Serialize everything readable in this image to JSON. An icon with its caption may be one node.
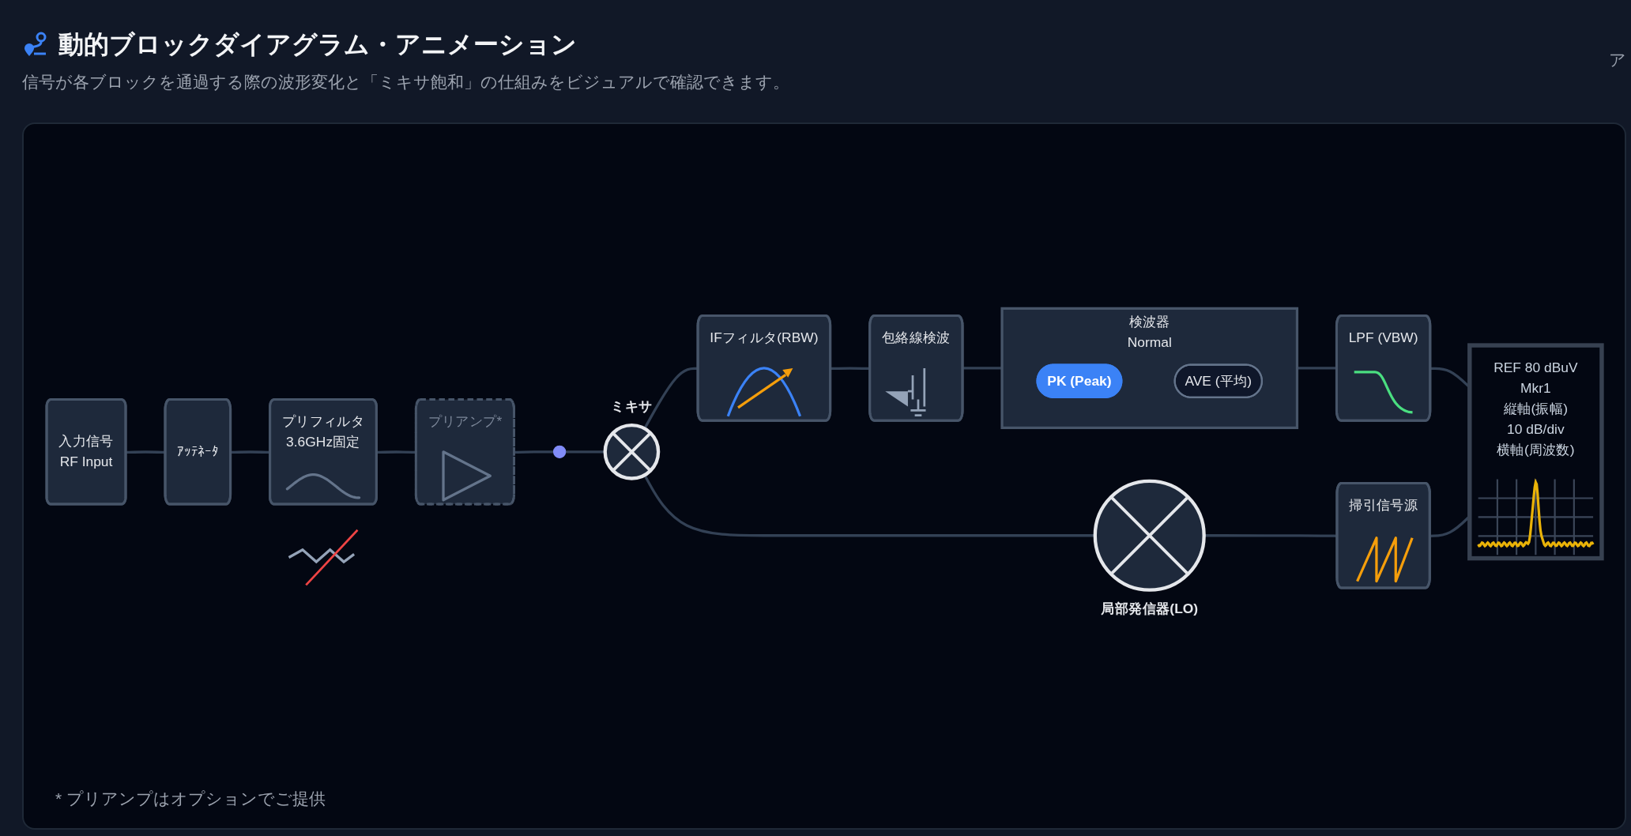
{
  "diagram": {
    "title": "動的ブロックダイアグラム・アニメーション",
    "nodes": [
      {
        "text": [
          "入力信号",
          "RF Input"
        ]
      },
      {
        "text": [
          "ｱｯﾃﾈｰﾀ"
        ]
      },
      {
        "text": [
          "プリフィルタ",
          "3.6GHz固定"
        ]
      },
      {
        "text": [
          "プリアンプ*"
        ]
      },
      {
        "text": [],
        "shape": "circle"
      },
      {
        "text": [
          "ミキサ"
        ]
      },
      {
        "text": [
          "IFフィルタ(RBW)"
        ]
      },
      {
        "text": [
          "包絡線検波"
        ]
      },
      {
        "text": [
          "検波器",
          "Normal"
        ]
      },
      {
        "text": [
          "PK (Peak)"
        ],
        "in": 8
      },
      {
        "text": [
          "AVE (平均)"
        ],
        "in": 8
      },
      {
        "text": [
          "LPF (VBW)"
        ]
      },
      {
        "text": [
          "REF 80 dBuV",
          "Mkr1",
          "縦軸(振幅)",
          "10 dB/div",
          "横軸(周波数)"
        ]
      },
      {
        "text": [
          "局部発信器(LO)"
        ]
      },
      {
        "text": [
          "掃引信号源"
        ]
      }
    ],
    "edges": [
      {
        "from": 0,
        "to": 1,
        "arrow": "none"
      },
      {
        "from": 1,
        "to": 2,
        "arrow": "none"
      },
      {
        "from": 2,
        "to": 3,
        "arrow": "none"
      },
      {
        "from": 3,
        "to": 4,
        "arrow": "none"
      },
      {
        "from": 4,
        "to": 5,
        "arrow": "none"
      },
      {
        "from": 5,
        "to": 6,
        "arrow": "none"
      },
      {
        "from": 6,
        "to": 7,
        "arrow": "none"
      },
      {
        "from": 7,
        "to": 8,
        "arrow": "none"
      },
      {
        "from": 8,
        "to": 11,
        "arrow": "none"
      },
      {
        "from": 11,
        "to": 12,
        "arrow": "none"
      },
      {
        "from": 5,
        "to": 13,
        "arrow": "none"
      },
      {
        "from": 13,
        "to": 14,
        "arrow": "none"
      },
      {
        "from": 14,
        "to": 12,
        "arrow": "none"
      }
    ],
    "labels": [
      "ア",
      "信号が各ブロックを通過する際の波形変化と「ミキサ飽和」の仕組みをビジュアルで確認できます。",
      "* プリアンプはオプションでご提供"
    ]
  }
}
